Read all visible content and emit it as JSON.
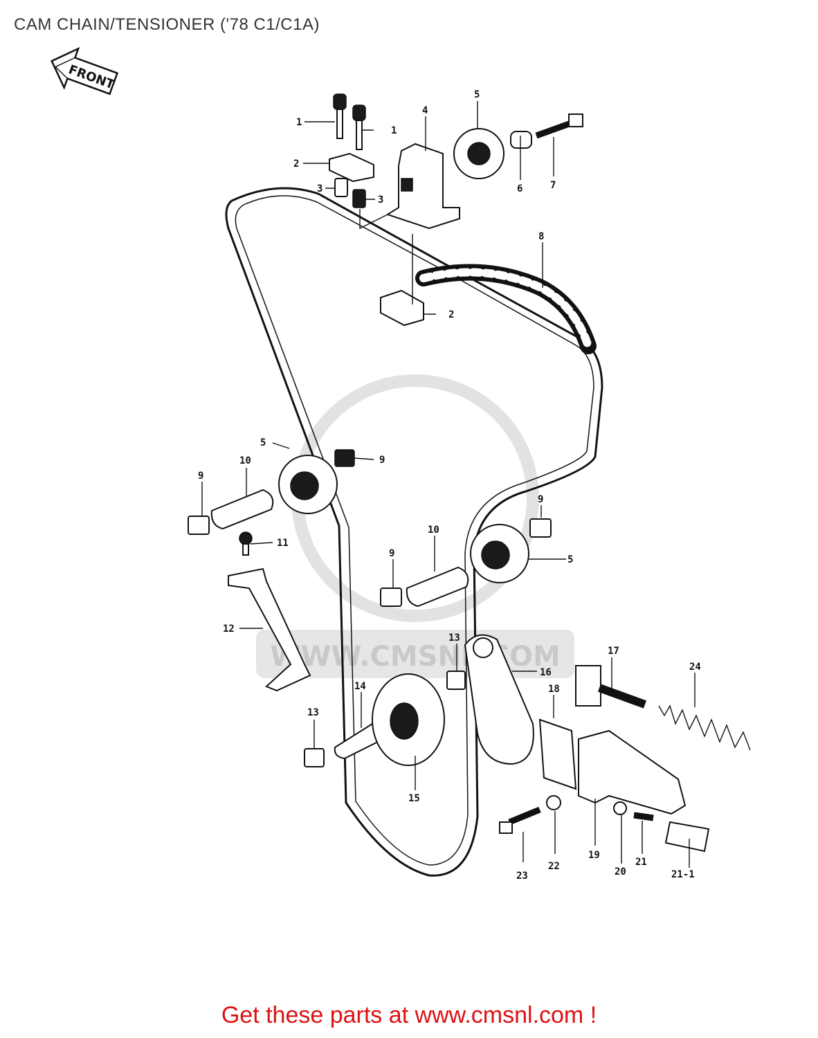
{
  "page": {
    "title": "CAM CHAIN/TENSIONER ('78 C1/C1A)",
    "footer_link": "Get these parts at www.cmsnl.com !"
  },
  "direction_arrow": {
    "label": "FRONT"
  },
  "watermark": {
    "text": "WWW.CMSNL.COM"
  },
  "callouts": {
    "c1a": "1",
    "c1b": "1",
    "c2a": "2",
    "c2b": "2",
    "c3a": "3",
    "c3b": "3",
    "c4": "4",
    "c5a": "5",
    "c5b": "5",
    "c5c": "5",
    "c6": "6",
    "c7": "7",
    "c8": "8",
    "c9a": "9",
    "c9b": "9",
    "c9c": "9",
    "c9d": "9",
    "c10a": "10",
    "c10b": "10",
    "c11": "11",
    "c12": "12",
    "c13a": "13",
    "c13b": "13",
    "c14": "14",
    "c15": "15",
    "c16": "16",
    "c17": "17",
    "c18": "18",
    "c19": "19",
    "c20": "20",
    "c21": "21",
    "c21_1": "21-1",
    "c22": "22",
    "c23": "23",
    "c24": "24"
  },
  "colors": {
    "footer": "#dd1111",
    "title": "#333333",
    "line": "#111111",
    "watermark": "#d9d9d9"
  }
}
